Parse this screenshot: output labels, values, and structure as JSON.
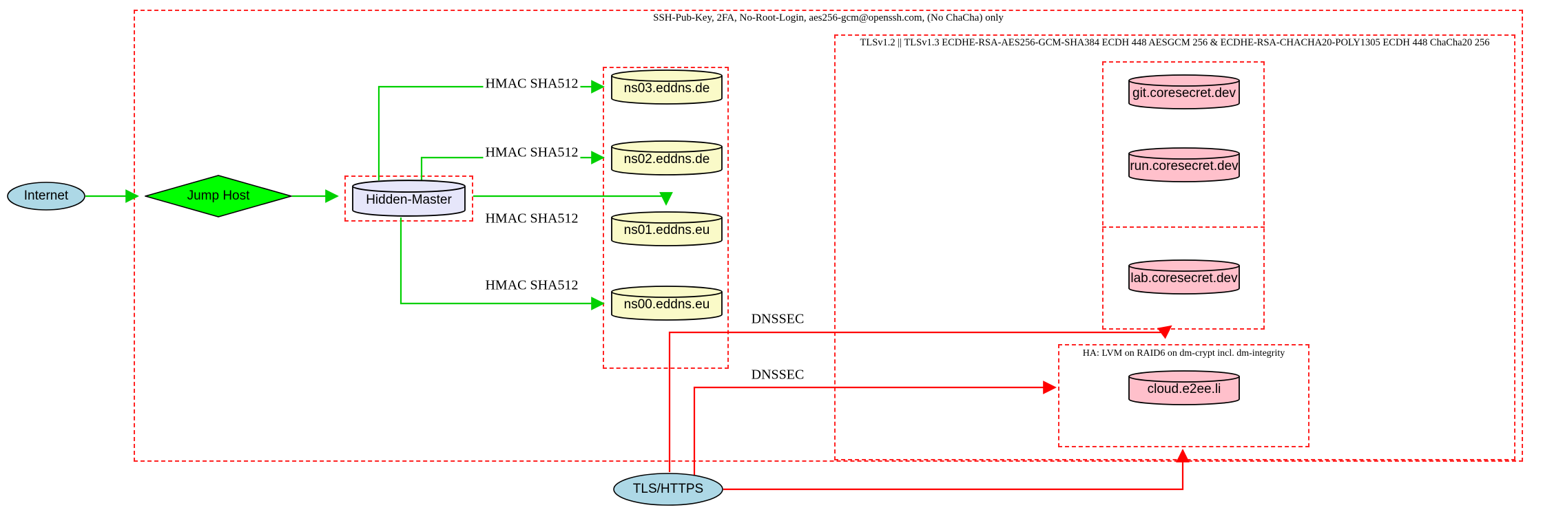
{
  "clusters": {
    "ssh": {
      "label": "SSH-Pub-Key, 2FA, No-Root-Login, aes256-gcm@openssh.com, (No ChaCha) only"
    },
    "tls": {
      "label": "TLSv1.2 || TLSv1.3 ECDHE-RSA-AES256-GCM-SHA384 ECDH 448 AESGCM 256 & ECDHE-RSA-CHACHA20-POLY1305 ECDH 448 ChaCha20 256"
    },
    "ha": {
      "label": "HA: LVM on RAID6 on dm-crypt incl. dm-integrity"
    }
  },
  "nodes": {
    "internet": {
      "label": "Internet",
      "shape": "ellipse",
      "fill": "#ADD8E6"
    },
    "jump_host": {
      "label": "Jump Host",
      "shape": "diamond",
      "fill": "#00FF00"
    },
    "hidden_master": {
      "label": "Hidden-Master",
      "shape": "cylinder",
      "fill": "#E6E6FA"
    },
    "ns03": {
      "label": "ns03.eddns.de",
      "shape": "cylinder",
      "fill": "#FAFAC8"
    },
    "ns02": {
      "label": "ns02.eddns.de",
      "shape": "cylinder",
      "fill": "#FAFAC8"
    },
    "ns01": {
      "label": "ns01.eddns.eu",
      "shape": "cylinder",
      "fill": "#FAFAC8"
    },
    "ns00": {
      "label": "ns00.eddns.eu",
      "shape": "cylinder",
      "fill": "#FAFAC8"
    },
    "git": {
      "label": "git.coresecret.dev",
      "shape": "cylinder",
      "fill": "#FFC0CB"
    },
    "run": {
      "label": "run.coresecret.dev",
      "shape": "cylinder",
      "fill": "#FFC0CB"
    },
    "lab": {
      "label": "lab.coresecret.dev",
      "shape": "cylinder",
      "fill": "#FFC0CB"
    },
    "cloud": {
      "label": "cloud.e2ee.li",
      "shape": "cylinder",
      "fill": "#FFC0CB"
    },
    "tls_https": {
      "label": "TLS/HTTPS",
      "shape": "ellipse",
      "fill": "#ADD8E6"
    }
  },
  "edge_labels": {
    "hmac": "HMAC SHA512",
    "dnssec": "DNSSEC"
  },
  "edges": [
    {
      "from": "Internet",
      "to": "Jump Host",
      "color": "green"
    },
    {
      "from": "Jump Host",
      "to": "Hidden-Master",
      "color": "green"
    },
    {
      "from": "Hidden-Master",
      "to": "ns03.eddns.de",
      "label": "HMAC SHA512",
      "color": "green"
    },
    {
      "from": "Hidden-Master",
      "to": "ns02.eddns.de",
      "label": "HMAC SHA512",
      "color": "green"
    },
    {
      "from": "Hidden-Master",
      "to": "ns01.eddns.eu",
      "label": "HMAC SHA512",
      "color": "green"
    },
    {
      "from": "Hidden-Master",
      "to": "ns00.eddns.eu",
      "label": "HMAC SHA512",
      "color": "green"
    },
    {
      "from": "TLS/HTTPS",
      "to": "coresecret server group",
      "label": "DNSSEC",
      "color": "red"
    },
    {
      "from": "TLS/HTTPS",
      "to": "HA cluster",
      "label": "DNSSEC",
      "color": "red"
    },
    {
      "from": "TLS/HTTPS",
      "to": "HA cluster",
      "color": "red"
    }
  ],
  "colors": {
    "cluster_border": "#FF2222",
    "edge_green": "#00D000",
    "edge_red": "#FF0000",
    "node_blue": "#ADD8E6",
    "node_green": "#00FF00",
    "node_lavender": "#E6E6FA",
    "node_yellow": "#FAFAC8",
    "node_pink": "#FFC0CB"
  }
}
